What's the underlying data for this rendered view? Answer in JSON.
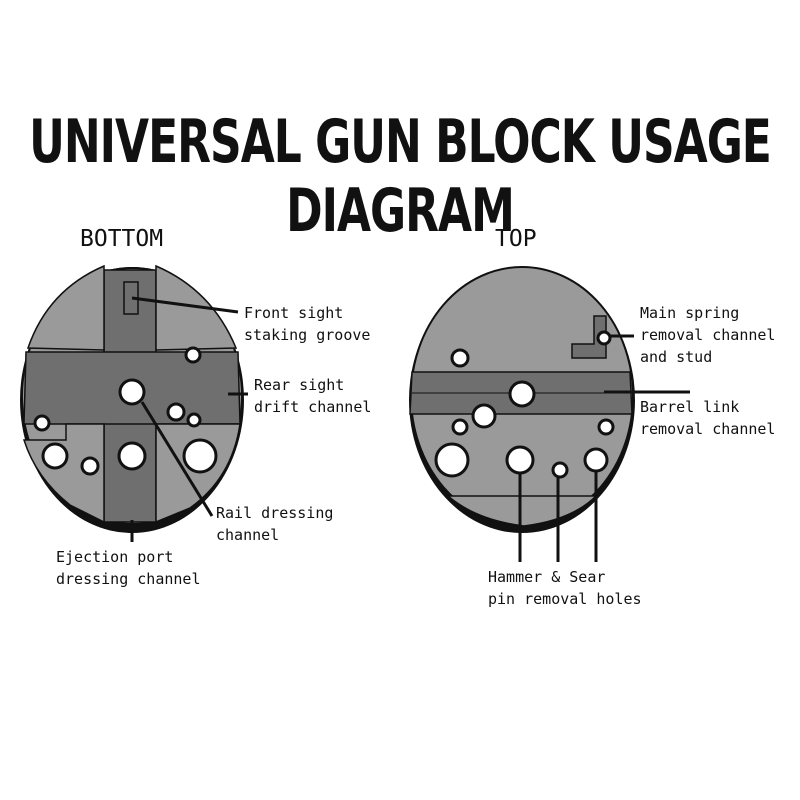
{
  "title": "UNIVERSAL GUN BLOCK USAGE DIAGRAM",
  "bottom": {
    "heading": "BOTTOM",
    "callouts": {
      "front_sight": [
        "Front sight",
        "staking groove"
      ],
      "rear_sight": [
        "Rear sight",
        "drift channel"
      ],
      "rail_dressing": [
        "Rail dressing",
        "channel"
      ],
      "ejection_port": [
        "Ejection port",
        "dressing channel"
      ]
    }
  },
  "top": {
    "heading": "TOP",
    "callouts": {
      "main_spring": [
        "Main spring",
        "removal channel",
        "and stud"
      ],
      "barrel_link": [
        "Barrel link",
        "removal channel"
      ],
      "hammer_sear": [
        "Hammer & Sear",
        "pin removal holes"
      ]
    }
  },
  "colors": {
    "block_fill": "#9a9a9a",
    "channel_fill": "#6f6f6f",
    "outline": "#111111",
    "text": "#111111"
  }
}
